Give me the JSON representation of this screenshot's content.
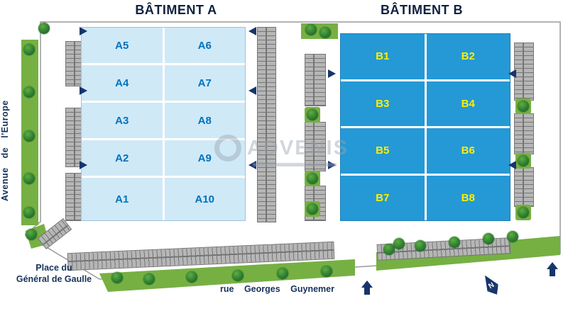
{
  "buildings": {
    "a": {
      "name": "BÂTIMENT A",
      "rows": [
        [
          "A5",
          "A6"
        ],
        [
          "A4",
          "A7"
        ],
        [
          "A3",
          "A8"
        ],
        [
          "A2",
          "A9"
        ],
        [
          "A1",
          "A10"
        ]
      ]
    },
    "b": {
      "name": "BÂTIMENT B",
      "rows": [
        [
          "B1",
          "B2"
        ],
        [
          "B3",
          "B4"
        ],
        [
          "B5",
          "B6"
        ],
        [
          "B7",
          "B8"
        ]
      ]
    }
  },
  "streets": {
    "left": "Avenue de l'Europe",
    "corner_line1": "Place du",
    "corner_line2": "Général de Gaulle",
    "bottom": "rue Georges Guynemer"
  },
  "watermark": {
    "text": "ADVENIS"
  },
  "compass": {
    "label": "N"
  },
  "colors": {
    "building_a_fill": "#cfe9f7",
    "building_a_label": "#0072bc",
    "building_b_fill": "#2599d6",
    "building_b_label": "#ffee00",
    "grass": "#76b043",
    "tree": "#2e7d32",
    "parking": "#b6b6b6",
    "arrow": "#17356b",
    "title_text": "#10203f"
  },
  "icons": {
    "tree-icon": "dark green circle",
    "entrance-arrow-icon": "small dark-blue triangle",
    "site-access-arrow-icon": "dark-blue up arrow",
    "north-compass-icon": "dark-blue needle with N",
    "watermark-logo-icon": "gray ring"
  }
}
